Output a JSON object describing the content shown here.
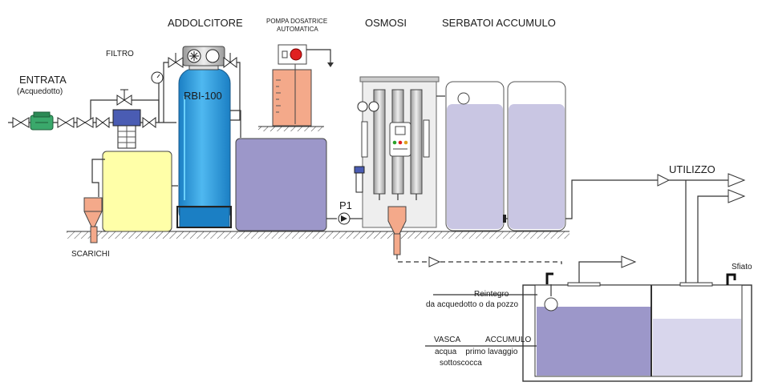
{
  "labels": {
    "entrata": "ENTRATA",
    "acquedotto": "(Acquedotto)",
    "filtro": "FILTRO",
    "addolcitore": "ADDOLCITORE",
    "pompa_line1": "POMPA DOSATRICE",
    "pompa_line2": "AUTOMATICA",
    "osmosi": "OSMOSI",
    "serbatoi": "SERBATOI ACCUMULO",
    "rbi": "RBI-100",
    "p1": "P1",
    "utilizzo": "UTILIZZO",
    "scarichi": "SCARICHI",
    "sfiato": "Sfiato",
    "reintegro_line1": "Reintegro",
    "reintegro_line2": "da acquedotto o da pozzo",
    "vasca_word1": "VASCA",
    "vasca_word2": "ACCUMULO",
    "vasca_line2": "acqua    primo lavaggio",
    "vasca_line3": "sottoscocca"
  },
  "colors": {
    "softener_blue": "#2e9fe0",
    "brine_purple": "#9c97c9",
    "storage_lavender": "#c9c6e3",
    "tank_yellow": "#ffffa8",
    "salmon": "#f4a98a",
    "valve_green": "#3aa86b",
    "filter_blue": "#4a5cb3"
  }
}
